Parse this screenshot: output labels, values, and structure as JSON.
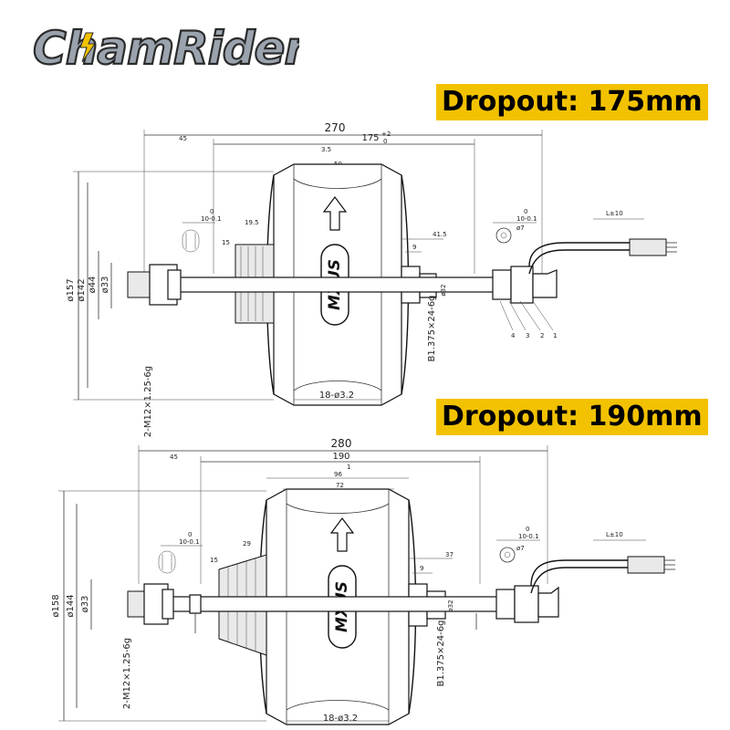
{
  "brand": {
    "logo_text": "ChamRider"
  },
  "drawing1": {
    "banner": "Dropout: 175mm",
    "dims": {
      "overall": "270",
      "axle": "175",
      "tol_upper": "+2",
      "tol_lower": "0",
      "d45": "45",
      "d3_5": "3.5",
      "d50": "50",
      "d19_5": "19.5",
      "d15": "15",
      "tol_a": "10-0.1",
      "tol_a_top": "0",
      "d41_5": "41.5",
      "d9": "9",
      "phi157": "ø157",
      "phi142": "ø142",
      "phi44": "ø44",
      "phi33": "ø33",
      "phi32": "ø32",
      "thread_left": "2-M12×1.25-6g",
      "thread_right": "B1.375×24-6g",
      "holes": "18-ø3.2",
      "l_cable": "L±10",
      "phi7": "ø7",
      "tol_b": "10-0.1",
      "tol_b_top": "0",
      "callouts": [
        "4",
        "3",
        "2",
        "1"
      ]
    }
  },
  "drawing2": {
    "banner": "Dropout: 190mm",
    "dims": {
      "overall": "280",
      "axle": "190",
      "d45": "45",
      "d1": "1",
      "d96": "96",
      "d72": "72",
      "d29": "29",
      "d15": "15",
      "tol_a": "10-0.1",
      "tol_a_top": "0",
      "d37": "37",
      "d9": "9",
      "phi158": "ø158",
      "phi144": "ø144",
      "phi33": "ø33",
      "phi32": "ø32",
      "thread_left": "2-M12×1.25-6g",
      "thread_right": "B1.375×24-6g",
      "holes": "18-ø3.2",
      "l_cable": "L±10",
      "phi7": "ø7",
      "tol_b": "10-0.1",
      "tol_b_top": "0"
    }
  },
  "motor_label": "MXUS",
  "colors": {
    "banner": "#f2c200",
    "logo_fill": "#9aa3ad",
    "line": "#222222"
  }
}
